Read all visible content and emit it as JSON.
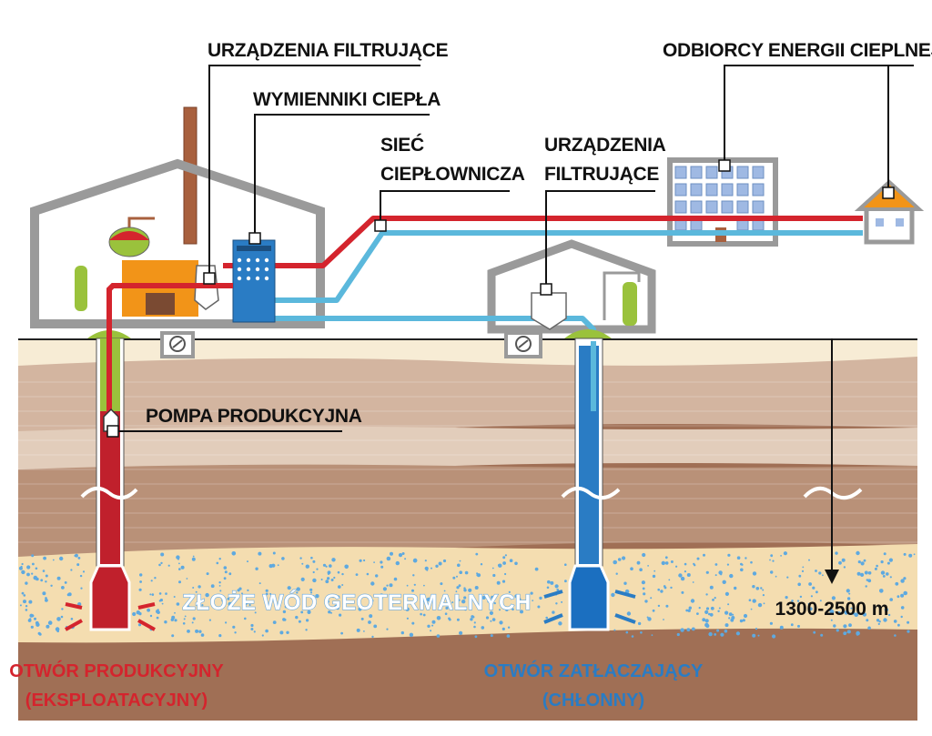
{
  "labels": {
    "filter_1": "URZĄDZENIA FILTRUJĄCE",
    "heat_exchangers": "WYMIENNIKI CIEPŁA",
    "heat_network_line1": "SIEĆ",
    "heat_network_line2": "CIEPŁOWNICZA",
    "filter_2_line1": "URZĄDZENIA",
    "filter_2_line2": "FILTRUJĄCE",
    "consumers": "ODBIORCY ENERGII CIEPLNEJ",
    "pump": "POMPA PRODUKCYJNA",
    "aquifer": "ZŁOŻE WÓD GEOTERMALNYCH",
    "depth": "1300-2500 m",
    "production_well_line1": "OTWÓR PRODUKCYJNY",
    "production_well_line2": "(EKSPLOATACYJNY)",
    "injection_well_line1": "OTWÓR ZATŁACZAJĄCY",
    "injection_well_line2": "(CHŁONNY)"
  },
  "colors": {
    "hot_water": "#c0202c",
    "cold_water": "#2a7cc4",
    "light_cold": "#5bb8dc",
    "aquifer_sand": "#f4ddb0",
    "soil_light": "#d3b5a0",
    "soil_mid": "#b99178",
    "soil_dark": "#a06f55",
    "building_outline": "#9a9a9a",
    "wellhead_green": "#9ac23c",
    "machinery_orange": "#f29418"
  },
  "icons": [
    "pump-icon",
    "filter-icon",
    "heat-exchanger-icon",
    "house-icon",
    "apartment-building-icon",
    "gas-cylinder-icon",
    "arrow-icon"
  ]
}
